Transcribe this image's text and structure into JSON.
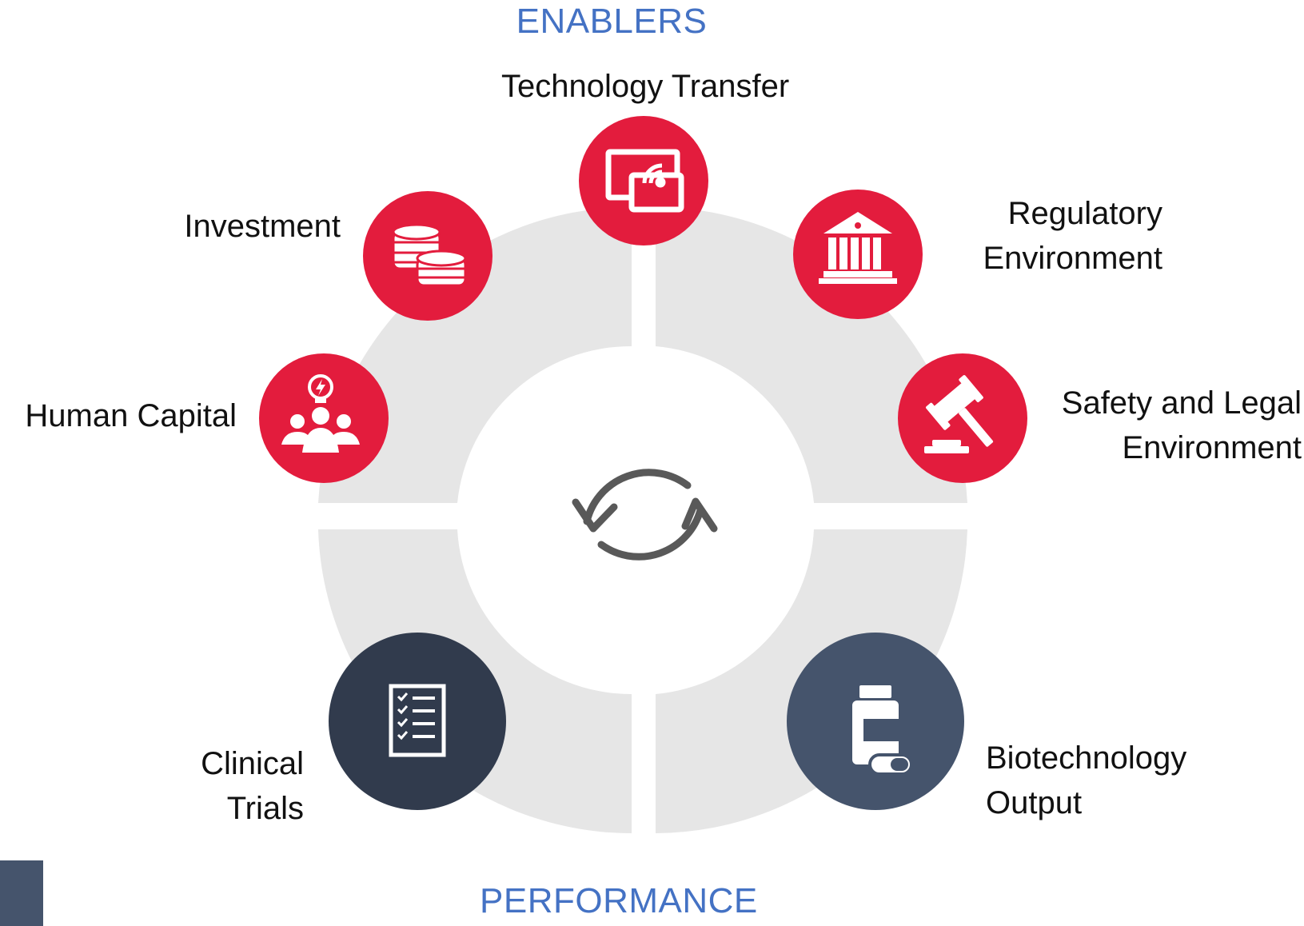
{
  "headings": {
    "top": "ENABLERS",
    "bottom": "PERFORMANCE"
  },
  "colors": {
    "heading": "#4472c4",
    "enabler_circle": "#e31c3d",
    "clinical_circle": "#313b4d",
    "biotech_circle": "#45546c",
    "ring": "#e6e6e6",
    "cycle_arrows": "#595959",
    "corner_box": "#45546c"
  },
  "enablers": [
    {
      "label_lines": [
        "Technology Transfer"
      ],
      "icon": "technology-transfer-icon"
    },
    {
      "label_lines": [
        "Regulatory",
        "Environment"
      ],
      "icon": "bank-building-icon"
    },
    {
      "label_lines": [
        "Safety and Legal",
        "Environment"
      ],
      "icon": "gavel-icon"
    },
    {
      "label_lines": [
        "Human Capital"
      ],
      "icon": "team-idea-icon"
    },
    {
      "label_lines": [
        "Investment"
      ],
      "icon": "coins-icon"
    }
  ],
  "performance": [
    {
      "label_lines": [
        "Clinical",
        "Trials"
      ],
      "icon": "checklist-icon"
    },
    {
      "label_lines": [
        "Biotechnology",
        "Output"
      ],
      "icon": "medicine-bottle-icon"
    }
  ],
  "center": {
    "icon": "cycle-arrows-icon"
  }
}
